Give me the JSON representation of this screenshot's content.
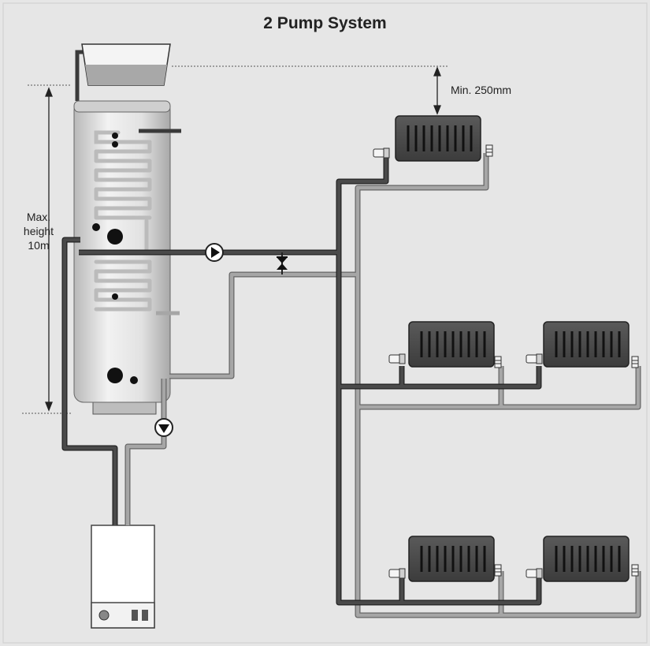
{
  "title": "2 Pump System",
  "labels": {
    "max_height_line1": "Max.",
    "max_height_line2": "height",
    "max_height_line3": "10m",
    "min_clearance": "Min. 250mm"
  },
  "colors": {
    "background": "#e6e6e6",
    "flow_pipe": "#3a3a3a",
    "return_pipe": "#a6a6a6",
    "radiator": "#4a4a4a",
    "cylinder": "#d9d9d9"
  },
  "components": {
    "radiators": 5,
    "pumps": 2
  }
}
